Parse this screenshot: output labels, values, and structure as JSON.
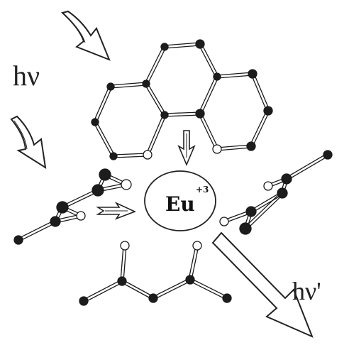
{
  "labels": {
    "absorbed_light": "hν",
    "emitted_light": "hν'",
    "metal": "Eu",
    "charge": "+3"
  },
  "colors": {
    "ink": "#1a1a1a",
    "open_atom": "#ffffff",
    "filled_atom": "#1c1c1c",
    "arrow_fill": "#ffffff"
  }
}
